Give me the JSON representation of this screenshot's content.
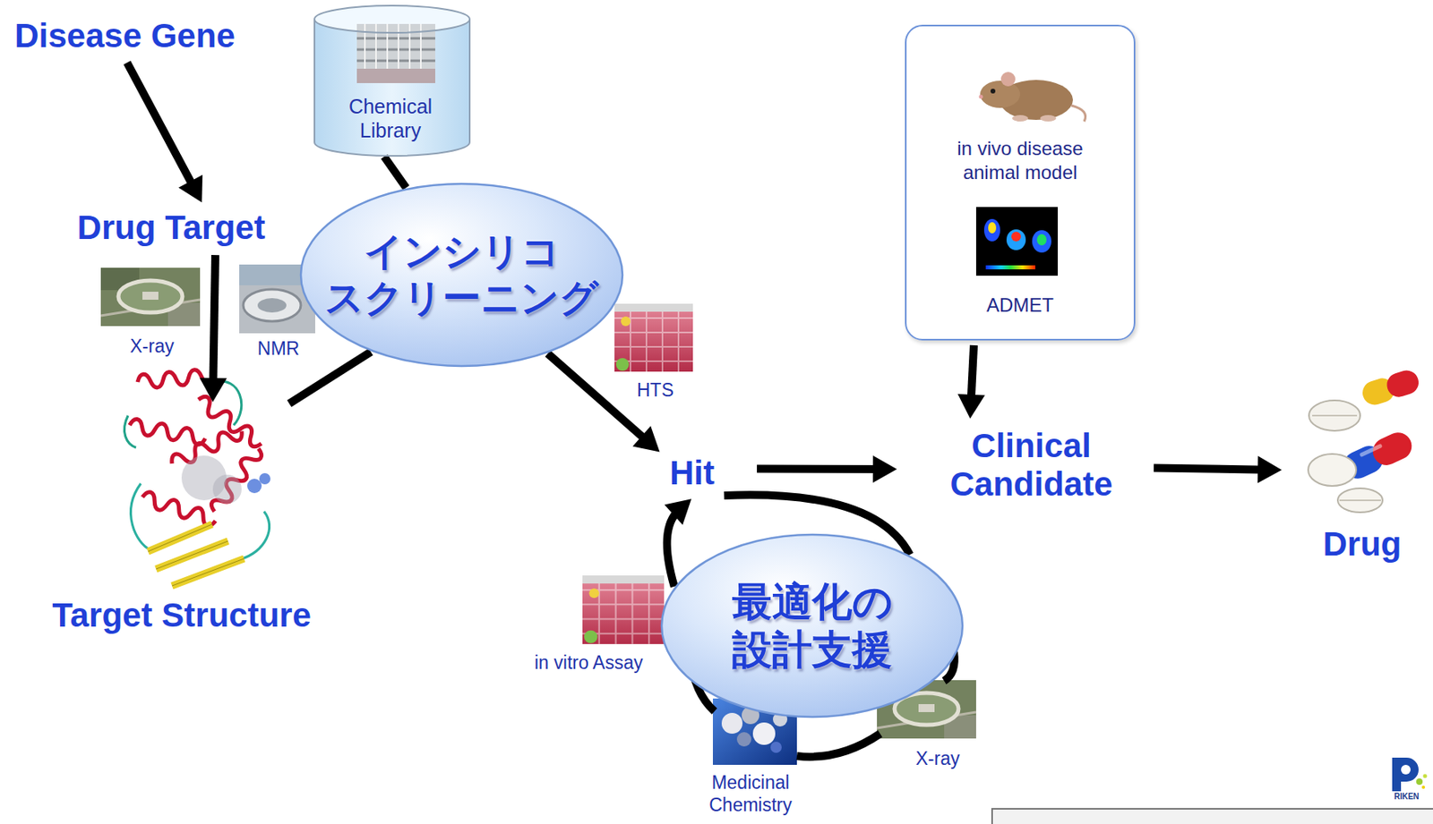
{
  "diagram": {
    "nodes": [
      {
        "text": [
          "Disease Gene"
        ]
      },
      {
        "text": [
          "Drug Target"
        ]
      },
      {
        "text": [
          "Chemical Library"
        ]
      },
      {
        "text": [
          "インシリコ スクリーニング"
        ]
      },
      {
        "text": [
          "Target Structure"
        ]
      },
      {
        "text": [
          "Hit"
        ]
      },
      {
        "text": [
          "in vivo disease animal model",
          "ADMET"
        ]
      },
      {
        "text": [
          "Clinical Candidate"
        ]
      },
      {
        "text": [
          "Drug"
        ]
      },
      {
        "text": [
          "最適化の 設計支援"
        ]
      }
    ],
    "edges": [
      {
        "from": 0,
        "to": 1,
        "arrow": "to"
      },
      {
        "from": 1,
        "to": 4,
        "arrow": "to"
      },
      {
        "from": 2,
        "to": 3,
        "arrow": "none"
      },
      {
        "from": 4,
        "to": 3,
        "arrow": "none"
      },
      {
        "from": 3,
        "to": 5,
        "arrow": "to"
      },
      {
        "from": 5,
        "to": 7,
        "arrow": "to"
      },
      {
        "from": 6,
        "to": 7,
        "arrow": "to"
      },
      {
        "from": 7,
        "to": 8,
        "arrow": "to"
      },
      {
        "from": 5,
        "to": 9,
        "arrow": "none"
      },
      {
        "from": 9,
        "to": 5,
        "arrow": "to"
      }
    ],
    "labels": [
      "X-ray",
      "NMR",
      "HTS",
      "in vitro Assay",
      "Medicinal Chemistry",
      "X-ray",
      "RIKEN"
    ]
  }
}
